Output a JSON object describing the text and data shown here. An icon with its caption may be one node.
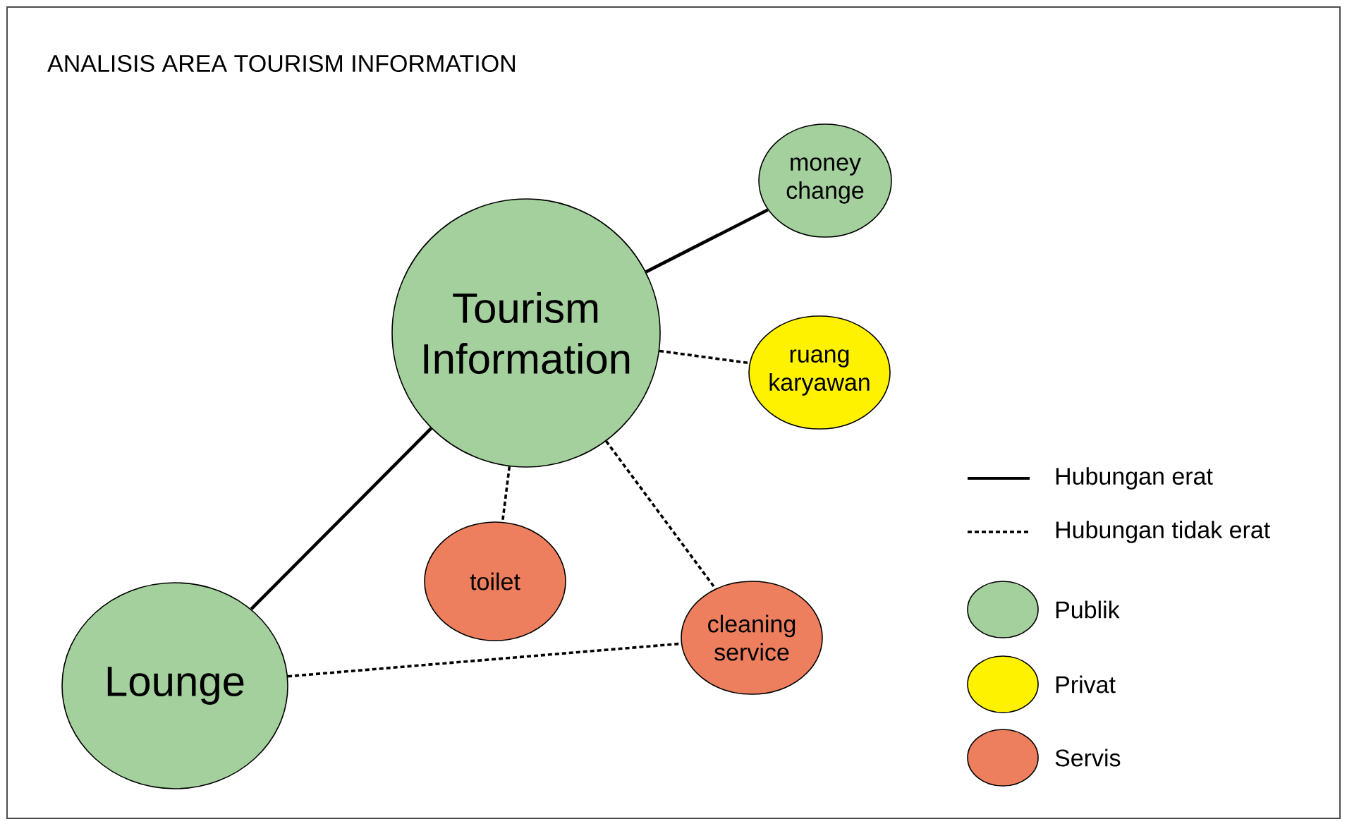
{
  "diagram": {
    "title": "ANALISIS AREA TOURISM INFORMATION",
    "nodes": [
      {
        "text": [
          "Tourism Information"
        ]
      },
      {
        "text": [
          "money change"
        ]
      },
      {
        "text": [
          "ruang karyawan"
        ]
      },
      {
        "text": [
          "toilet"
        ]
      },
      {
        "text": [
          "cleaning service"
        ]
      },
      {
        "text": [
          "Lounge"
        ]
      }
    ],
    "edges": [
      {
        "from": 0,
        "to": 1,
        "arrow": "none"
      },
      {
        "from": 0,
        "to": 2,
        "arrow": "none",
        "style": "dashed"
      },
      {
        "from": 0,
        "to": 3,
        "arrow": "none",
        "style": "dashed"
      },
      {
        "from": 0,
        "to": 4,
        "arrow": "none",
        "style": "dashed"
      },
      {
        "from": 0,
        "to": 5,
        "arrow": "none"
      },
      {
        "from": 5,
        "to": 4,
        "arrow": "none",
        "style": "dashed"
      }
    ],
    "legend": [
      {
        "text": "Hubungan erat"
      },
      {
        "text": "Hubungan tidak erat"
      },
      {
        "text": "Publik",
        "color": "#a4d09e"
      },
      {
        "text": "Privat",
        "color": "#fff200"
      },
      {
        "text": "Servis",
        "color": "#ee7f5e"
      }
    ]
  }
}
